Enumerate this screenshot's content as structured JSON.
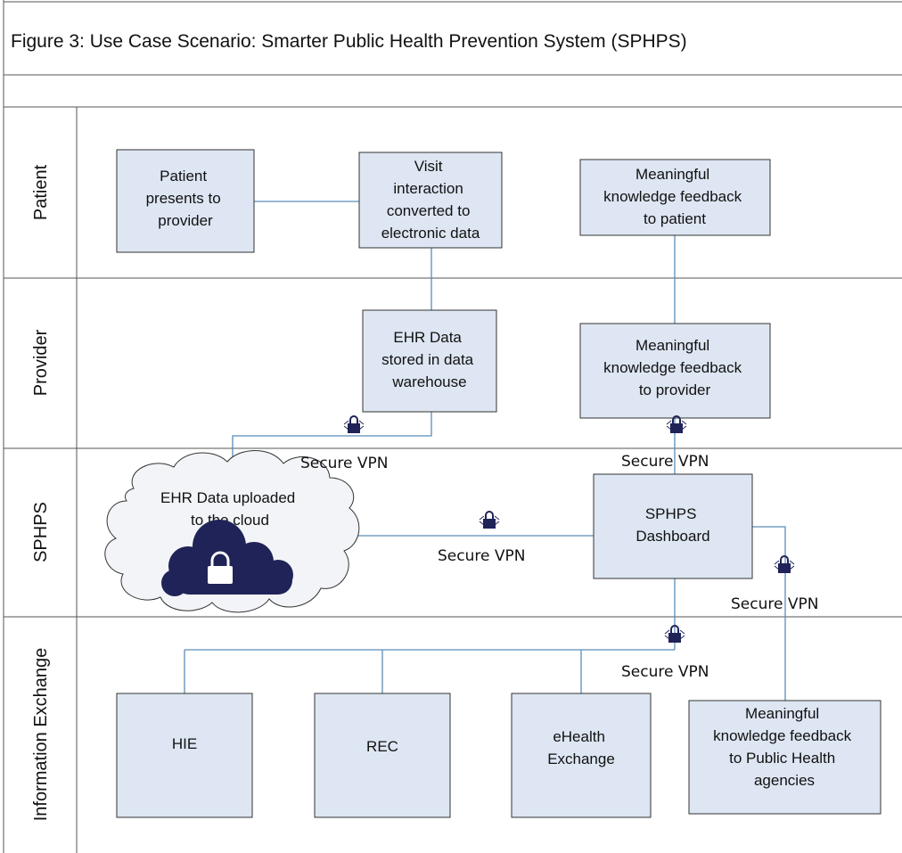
{
  "title": "Figure 3: Use Case Scenario: Smarter Public Health Prevention System (SPHPS)",
  "lanes": [
    "Patient",
    "Provider",
    "SPHPS",
    "Information Exchange"
  ],
  "boxes": {
    "patient_presents": [
      "Patient",
      "presents to",
      "provider"
    ],
    "visit_interaction": [
      "Visit",
      "interaction",
      "converted to",
      "electronic data"
    ],
    "feedback_patient": [
      "Meaningful",
      "knowledge feedback",
      "to patient"
    ],
    "ehr_stored": [
      "EHR Data",
      "stored in data",
      "warehouse"
    ],
    "feedback_provider": [
      "Meaningful",
      "knowledge feedback",
      "to provider"
    ],
    "dashboard": [
      "SPHPS",
      "Dashboard"
    ],
    "hie": [
      "HIE"
    ],
    "rec": [
      "REC"
    ],
    "ehealth": [
      "eHealth",
      "Exchange"
    ],
    "feedback_public_health": [
      "Meaningful",
      "knowledge feedback",
      "to Public Health",
      "agencies"
    ]
  },
  "cloud": [
    "EHR Data uploaded",
    "to the cloud"
  ],
  "vpn_label": "Secure VPN",
  "colors": {
    "box_fill": "#dde6f2",
    "cloud_fill": "#f2f4f7",
    "cloud_icon": "#1f2358",
    "connector": "#5b8db8",
    "lock": "#1f2358",
    "border": "#333333"
  }
}
